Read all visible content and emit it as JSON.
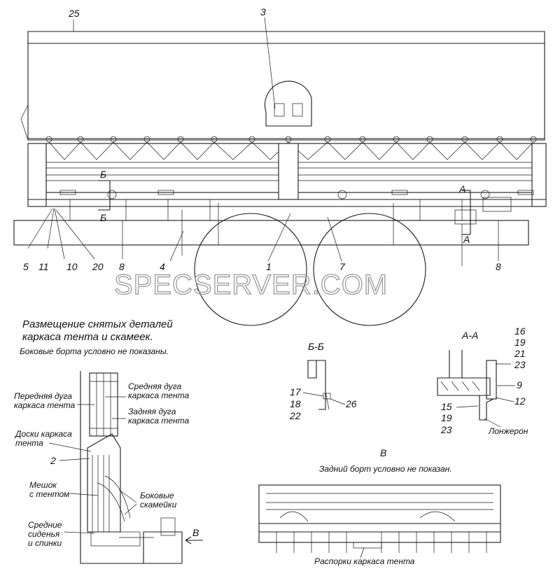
{
  "watermark": "SPECSERVER.COM",
  "main_view": {
    "callouts": [
      "25",
      "3",
      "5",
      "11",
      "10",
      "20",
      "8",
      "4",
      "1",
      "7",
      "8"
    ],
    "section_marks": [
      "Б",
      "Б",
      "А",
      "А"
    ]
  },
  "placement": {
    "title_line1": "Размещение снятых деталей",
    "title_line2": "каркаса тента и скамеек.",
    "note": "Боковые борта условно не показаны.",
    "labels": {
      "front_arc": [
        "Передняя дуга",
        "каркаса тента"
      ],
      "middle_arc": [
        "Средняя дуга",
        "каркаса тента"
      ],
      "rear_arc": [
        "Задняя дуга",
        "каркаса тента"
      ],
      "boards": [
        "Доски каркаса",
        "тента"
      ],
      "bag": [
        "Мешок",
        "с тентом"
      ],
      "benches": [
        "Боковые",
        "скамейки"
      ],
      "seats": [
        "Средние",
        "сиденья",
        "и спинки"
      ]
    },
    "callout": "2",
    "view_arrow": "В"
  },
  "section_bb": {
    "title": "Б-Б",
    "callouts": [
      "17",
      "18",
      "22",
      "26"
    ]
  },
  "section_aa": {
    "title": "А-А",
    "callouts": [
      "16",
      "19",
      "21",
      "23",
      "9",
      "12",
      "15",
      "19",
      "23"
    ],
    "spar_label": "Лонжерон"
  },
  "view_b": {
    "title": "В",
    "note": "Задний борт условно не показан.",
    "spacers_label": "Распорки каркаса тента"
  }
}
